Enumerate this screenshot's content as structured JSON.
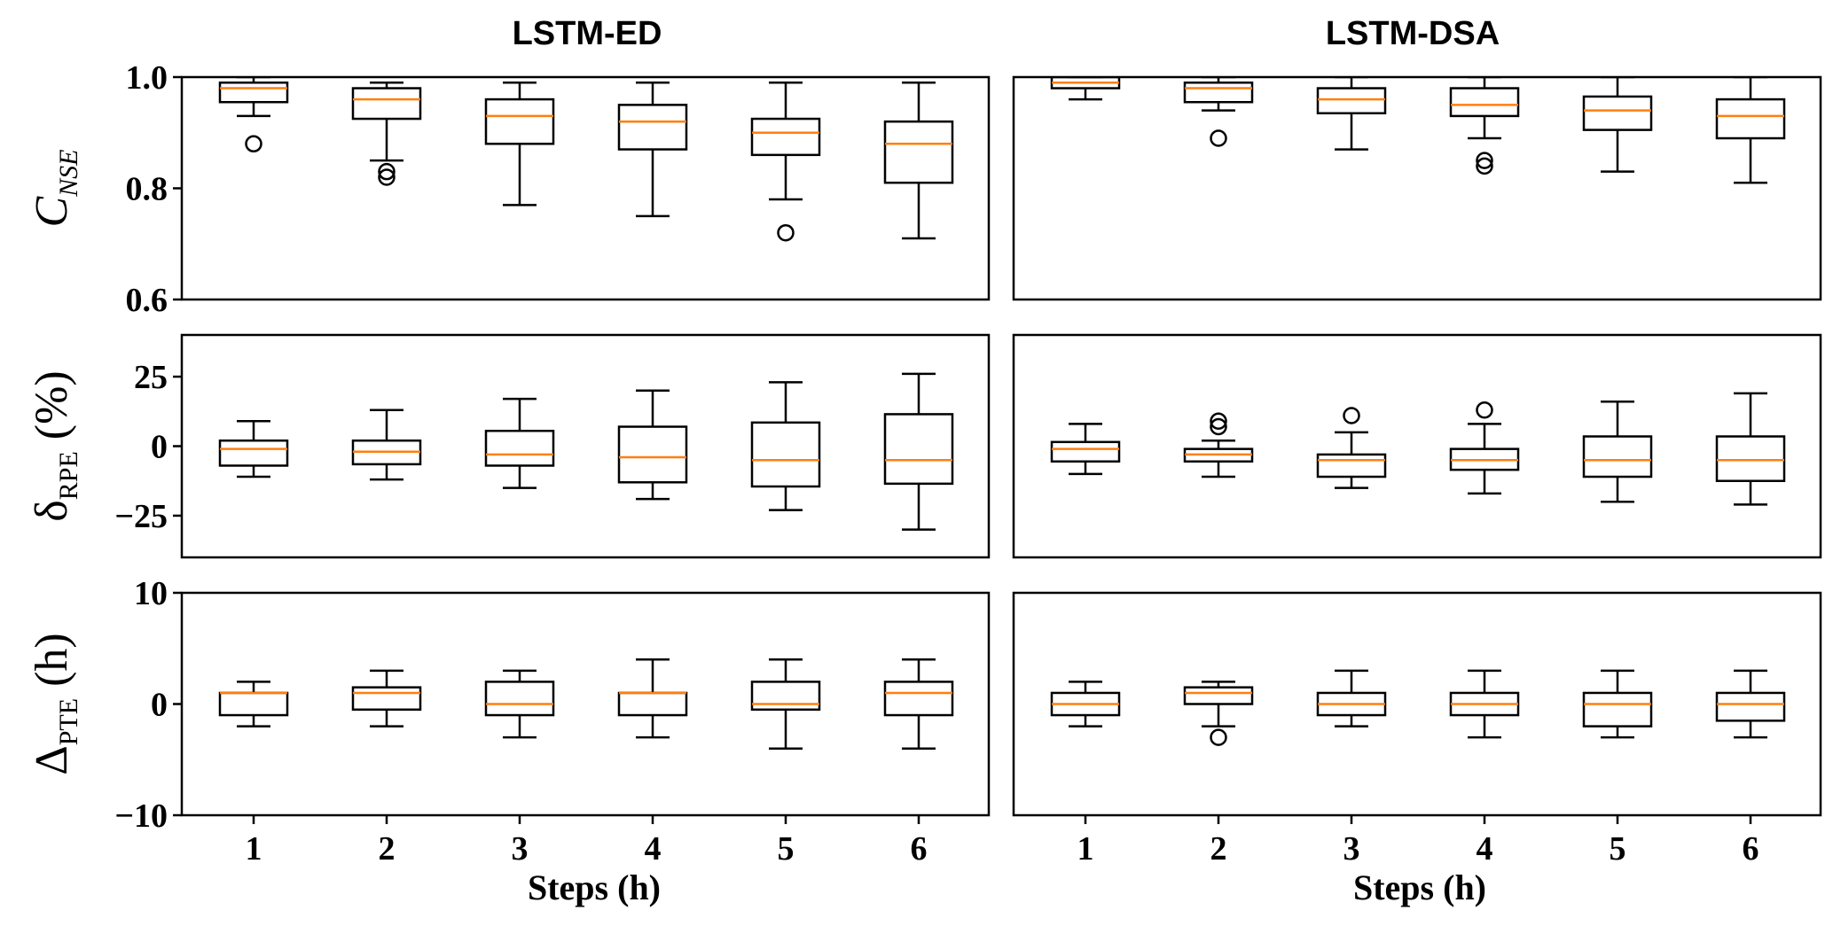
{
  "chart_data": {
    "type": "box",
    "columns": [
      "LSTM-ED",
      "LSTM-DSA"
    ],
    "x_ticks": [
      "1",
      "2",
      "3",
      "4",
      "5",
      "6"
    ],
    "xlabel": "Steps (h)",
    "rows": [
      {
        "ylabel_main": "C",
        "ylabel_sub": "NSE",
        "ylim": [
          0.6,
          1.0
        ],
        "yticks": [
          0.6,
          0.8,
          1.0
        ],
        "ytick_labels": [
          "0.6",
          "0.8",
          "1.0"
        ],
        "panels": [
          {
            "model": "LSTM-ED",
            "boxes": [
              {
                "step": 1,
                "whislo": 0.93,
                "q1": 0.955,
                "med": 0.98,
                "q3": 0.99,
                "whishi": 1.0,
                "fliers": [
                  0.88
                ]
              },
              {
                "step": 2,
                "whislo": 0.85,
                "q1": 0.925,
                "med": 0.96,
                "q3": 0.98,
                "whishi": 0.99,
                "fliers": [
                  0.83,
                  0.82
                ]
              },
              {
                "step": 3,
                "whislo": 0.77,
                "q1": 0.88,
                "med": 0.93,
                "q3": 0.96,
                "whishi": 0.99,
                "fliers": []
              },
              {
                "step": 4,
                "whislo": 0.75,
                "q1": 0.87,
                "med": 0.92,
                "q3": 0.95,
                "whishi": 0.99,
                "fliers": []
              },
              {
                "step": 5,
                "whislo": 0.78,
                "q1": 0.86,
                "med": 0.9,
                "q3": 0.925,
                "whishi": 0.99,
                "fliers": [
                  0.72
                ]
              },
              {
                "step": 6,
                "whislo": 0.71,
                "q1": 0.81,
                "med": 0.88,
                "q3": 0.92,
                "whishi": 0.99,
                "fliers": []
              }
            ]
          },
          {
            "model": "LSTM-DSA",
            "boxes": [
              {
                "step": 1,
                "whislo": 0.96,
                "q1": 0.98,
                "med": 0.99,
                "q3": 1.0,
                "whishi": 1.0,
                "fliers": []
              },
              {
                "step": 2,
                "whislo": 0.94,
                "q1": 0.955,
                "med": 0.98,
                "q3": 0.99,
                "whishi": 1.0,
                "fliers": [
                  0.89
                ]
              },
              {
                "step": 3,
                "whislo": 0.87,
                "q1": 0.935,
                "med": 0.96,
                "q3": 0.98,
                "whishi": 1.0,
                "fliers": []
              },
              {
                "step": 4,
                "whislo": 0.89,
                "q1": 0.93,
                "med": 0.95,
                "q3": 0.98,
                "whishi": 1.0,
                "fliers": [
                  0.85,
                  0.84
                ]
              },
              {
                "step": 5,
                "whislo": 0.83,
                "q1": 0.905,
                "med": 0.94,
                "q3": 0.965,
                "whishi": 1.0,
                "fliers": []
              },
              {
                "step": 6,
                "whislo": 0.81,
                "q1": 0.89,
                "med": 0.93,
                "q3": 0.96,
                "whishi": 1.0,
                "fliers": []
              }
            ]
          }
        ]
      },
      {
        "ylabel_main": "δ",
        "ylabel_sub": "RPE",
        "ylabel_suffix": " (%)",
        "ylim": [
          -40,
          40
        ],
        "yticks": [
          -25,
          0,
          25
        ],
        "ytick_labels": [
          "−25",
          "0",
          "25"
        ],
        "panels": [
          {
            "model": "LSTM-ED",
            "boxes": [
              {
                "step": 1,
                "whislo": -11,
                "q1": -7,
                "med": -1,
                "q3": 2,
                "whishi": 9,
                "fliers": []
              },
              {
                "step": 2,
                "whislo": -12,
                "q1": -6.5,
                "med": -2,
                "q3": 2,
                "whishi": 13,
                "fliers": []
              },
              {
                "step": 3,
                "whislo": -15,
                "q1": -7,
                "med": -3,
                "q3": 5.5,
                "whishi": 17,
                "fliers": []
              },
              {
                "step": 4,
                "whislo": -19,
                "q1": -13,
                "med": -4,
                "q3": 7,
                "whishi": 20,
                "fliers": []
              },
              {
                "step": 5,
                "whislo": -23,
                "q1": -14.5,
                "med": -5,
                "q3": 8.5,
                "whishi": 23,
                "fliers": []
              },
              {
                "step": 6,
                "whislo": -30,
                "q1": -13.5,
                "med": -5,
                "q3": 11.5,
                "whishi": 26,
                "fliers": []
              }
            ]
          },
          {
            "model": "LSTM-DSA",
            "boxes": [
              {
                "step": 1,
                "whislo": -10,
                "q1": -5.5,
                "med": -1,
                "q3": 1.5,
                "whishi": 8,
                "fliers": []
              },
              {
                "step": 2,
                "whislo": -11,
                "q1": -5.5,
                "med": -3,
                "q3": -1,
                "whishi": 2,
                "fliers": [
                  9,
                  7
                ]
              },
              {
                "step": 3,
                "whislo": -15,
                "q1": -11,
                "med": -5,
                "q3": -3,
                "whishi": 5,
                "fliers": [
                  11
                ]
              },
              {
                "step": 4,
                "whislo": -17,
                "q1": -8.5,
                "med": -5,
                "q3": -1,
                "whishi": 8,
                "fliers": [
                  13
                ]
              },
              {
                "step": 5,
                "whislo": -20,
                "q1": -11,
                "med": -5,
                "q3": 3.5,
                "whishi": 16,
                "fliers": []
              },
              {
                "step": 6,
                "whislo": -21,
                "q1": -12.5,
                "med": -5,
                "q3": 3.5,
                "whishi": 19,
                "fliers": []
              }
            ]
          }
        ]
      },
      {
        "ylabel_main": "Δ",
        "ylabel_sub": "PTE",
        "ylabel_suffix": " (h)",
        "ylim": [
          -10,
          10
        ],
        "yticks": [
          -10,
          0,
          10
        ],
        "ytick_labels": [
          "−10",
          "0",
          "10"
        ],
        "panels": [
          {
            "model": "LSTM-ED",
            "boxes": [
              {
                "step": 1,
                "whislo": -2,
                "q1": -1,
                "med": 1,
                "q3": 1,
                "whishi": 2,
                "fliers": []
              },
              {
                "step": 2,
                "whislo": -2,
                "q1": -0.5,
                "med": 1,
                "q3": 1.5,
                "whishi": 3,
                "fliers": []
              },
              {
                "step": 3,
                "whislo": -3,
                "q1": -1,
                "med": 0,
                "q3": 2,
                "whishi": 3,
                "fliers": []
              },
              {
                "step": 4,
                "whislo": -3,
                "q1": -1,
                "med": 1,
                "q3": 1,
                "whishi": 4,
                "fliers": []
              },
              {
                "step": 5,
                "whislo": -4,
                "q1": -0.5,
                "med": 0,
                "q3": 2,
                "whishi": 4,
                "fliers": []
              },
              {
                "step": 6,
                "whislo": -4,
                "q1": -1,
                "med": 1,
                "q3": 2,
                "whishi": 4,
                "fliers": []
              }
            ]
          },
          {
            "model": "LSTM-DSA",
            "boxes": [
              {
                "step": 1,
                "whislo": -2,
                "q1": -1,
                "med": 0,
                "q3": 1,
                "whishi": 2,
                "fliers": []
              },
              {
                "step": 2,
                "whislo": -2,
                "q1": 0,
                "med": 1,
                "q3": 1.5,
                "whishi": 2,
                "fliers": [
                  -3
                ]
              },
              {
                "step": 3,
                "whislo": -2,
                "q1": -1,
                "med": 0,
                "q3": 1,
                "whishi": 3,
                "fliers": []
              },
              {
                "step": 4,
                "whislo": -3,
                "q1": -1,
                "med": 0,
                "q3": 1,
                "whishi": 3,
                "fliers": []
              },
              {
                "step": 5,
                "whislo": -3,
                "q1": -2,
                "med": 0,
                "q3": 1,
                "whishi": 3,
                "fliers": []
              },
              {
                "step": 6,
                "whislo": -3,
                "q1": -1.5,
                "med": 0,
                "q3": 1,
                "whishi": 3,
                "fliers": []
              }
            ]
          }
        ]
      }
    ],
    "colors": {
      "box": "#000000",
      "median": "#ff7f0e"
    }
  }
}
